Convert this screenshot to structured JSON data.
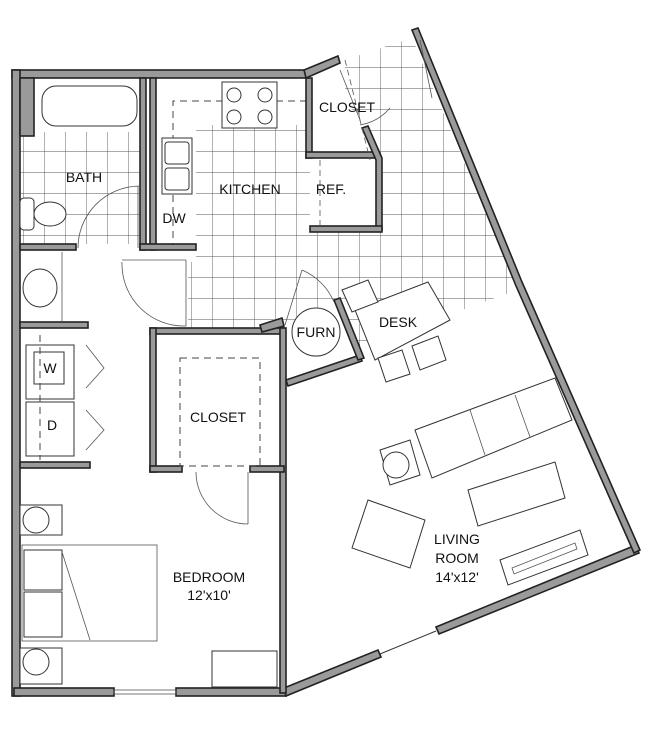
{
  "floor_plan": {
    "rooms": {
      "bath": "BATH",
      "kitchen": "KITCHEN",
      "closet_kitchen": "CLOSET",
      "ref": "REF.",
      "dw": "DW",
      "furn": "FURN",
      "desk": "DESK",
      "washer": "W",
      "dryer": "D",
      "closet_bedroom": "CLOSET",
      "bedroom": "BEDROOM",
      "bedroom_size": "12'x10'",
      "living": "LIVING",
      "living2": "ROOM",
      "living_size": "14'x12'"
    },
    "colors": {
      "wall_fill": "#9a9a9a",
      "line": "#333333",
      "background": "#ffffff"
    }
  }
}
